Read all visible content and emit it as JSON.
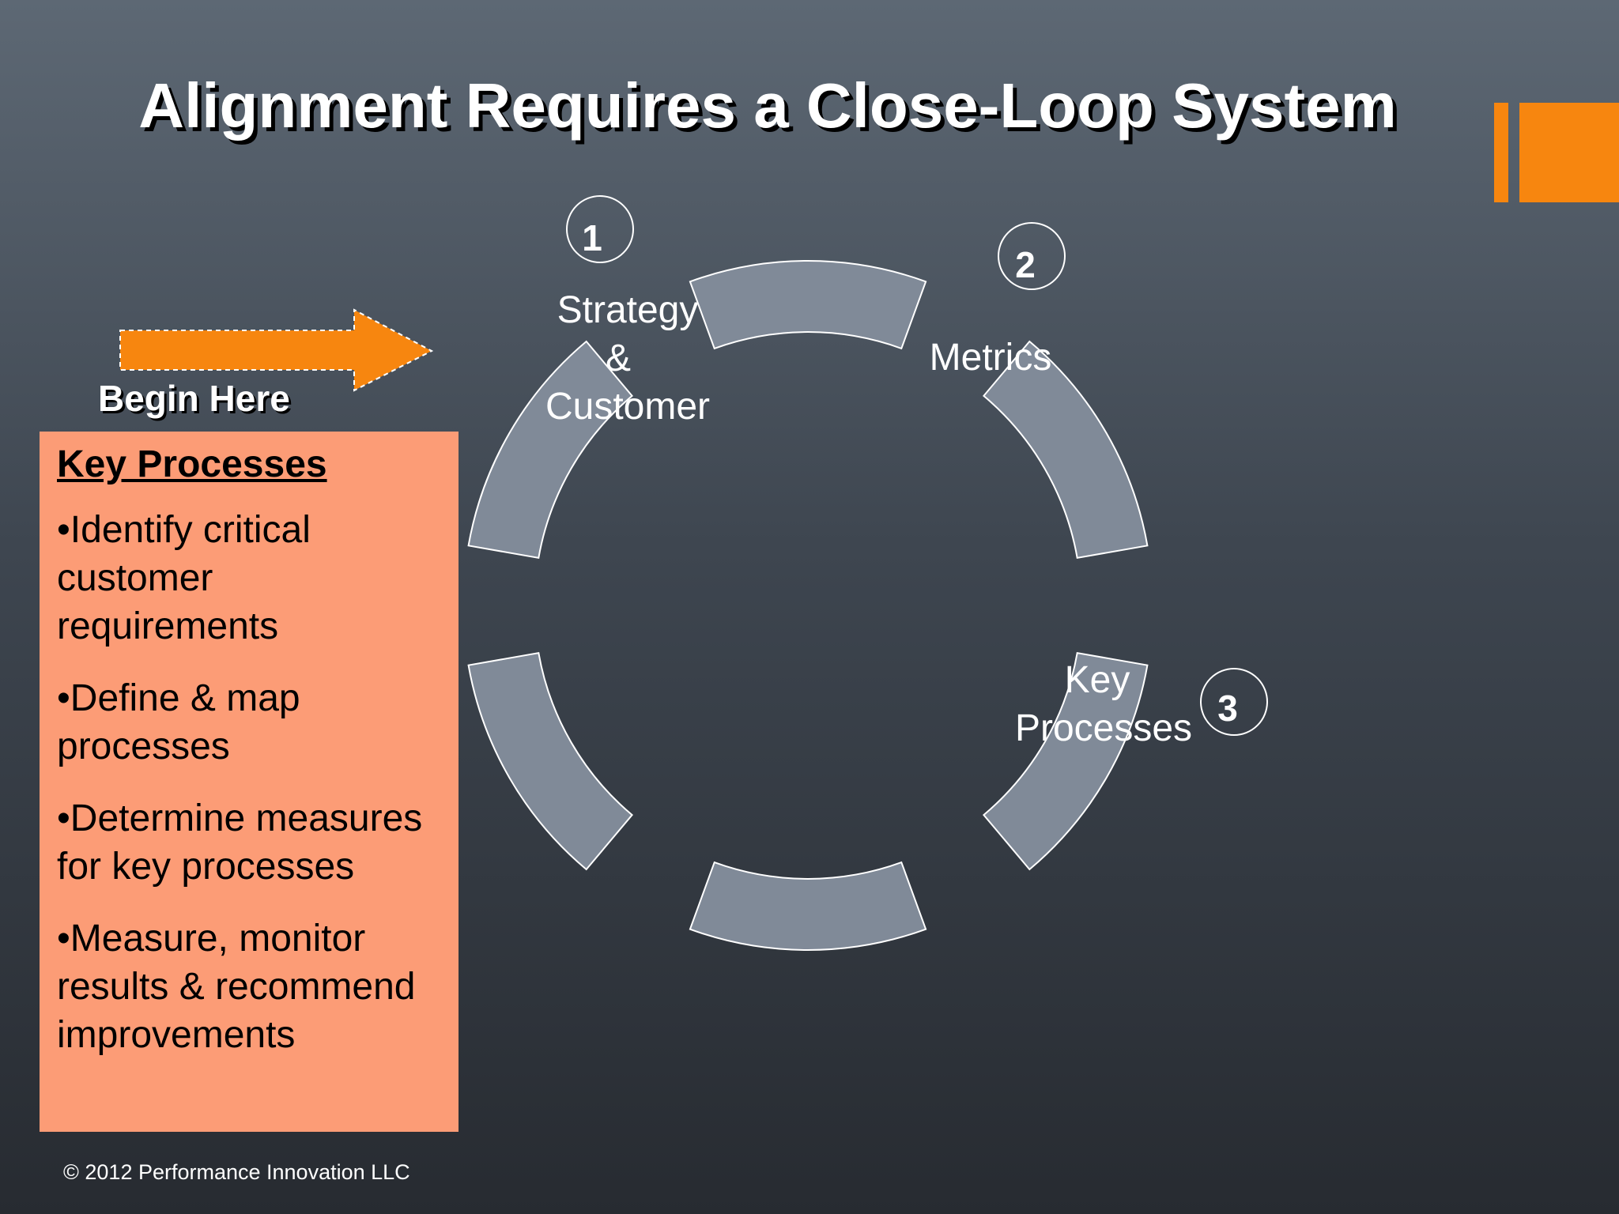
{
  "slide": {
    "title": "Alignment Requires a Close-Loop System",
    "begin_label": "Begin Here",
    "footer": "© 2012 Performance Innovation LLC"
  },
  "key_processes_box": {
    "heading": "Key Processes",
    "items": [
      "•Identify critical customer requirements",
      "•Define & map processes",
      "•Determine measures for key processes",
      "•Measure, monitor results & recommend improvements"
    ]
  },
  "loop": {
    "stages": [
      {
        "number": "1",
        "label_lines": [
          "Strategy",
          "&",
          "Customer"
        ]
      },
      {
        "number": "2",
        "label_lines": [
          "Metrics"
        ]
      },
      {
        "number": "3",
        "label_lines": [
          "Key",
          "Processes"
        ]
      }
    ],
    "segment_count": 6
  },
  "colors": {
    "accent_orange": "#f7860f",
    "box_fill": "#fc9c76",
    "segment_fill": "#808a98",
    "background_top": "#5d6874",
    "background_bottom": "#272b31"
  }
}
